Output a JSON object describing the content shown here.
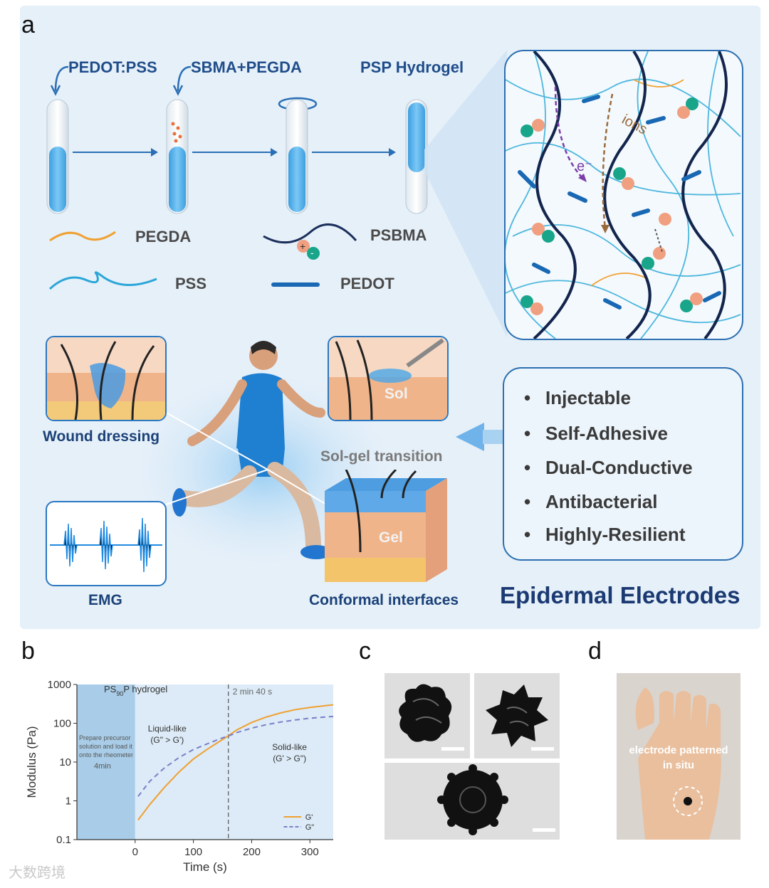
{
  "panel_labels": {
    "a": "a",
    "b": "b",
    "c": "c",
    "d": "d"
  },
  "synthesis": {
    "reagent1": "PEDOT:PSS",
    "reagent2": "SBMA+PEGDA",
    "product": "PSP Hydrogel"
  },
  "legend": {
    "pegda": "PEGDA",
    "psbma": "PSBMA",
    "pss": "PSS",
    "pedot": "PEDOT"
  },
  "network": {
    "ions": "ions",
    "electron": "e⁻"
  },
  "applications": {
    "wound": "Wound dressing",
    "emg": "EMG",
    "sol": "Sol",
    "transition": "Sol-gel transition",
    "gel": "Gel",
    "conformal": "Conformal interfaces"
  },
  "properties": {
    "bullet": "•",
    "items": [
      "Injectable",
      "Self-Adhesive",
      "Dual-Conductive",
      "Antibacterial",
      "Highly-Resilient"
    ]
  },
  "epidermal_title": "Epidermal Electrodes",
  "chart_data": {
    "type": "line",
    "title": "PS90P hydrogel",
    "title_main": "PS",
    "title_sub": "90",
    "title_end": "P hydrogel",
    "xlabel": "Time (s)",
    "ylabel": "Modulus (Pa)",
    "xlim": [
      -100,
      340
    ],
    "ylim": [
      0.1,
      1000
    ],
    "yscale": "log",
    "xticks": [
      0,
      100,
      200,
      300
    ],
    "yticks": [
      0.1,
      1,
      10,
      100,
      1000
    ],
    "ytick_labels": [
      "0.1",
      "1",
      "10",
      "100",
      "1000"
    ],
    "annotations": {
      "prep_line1": "Prepare precursor",
      "prep_line2": "solution and load it",
      "prep_line3": "onto the rheometer",
      "prep_time": "4min",
      "crossover": "2 min 40 s",
      "liquid1": "Liquid-like",
      "liquid2": "(G\" > G')",
      "solid1": "Solid-like",
      "solid2": "(G' > G\")"
    },
    "crossover_x": 160,
    "series": [
      {
        "name": "G'",
        "color": "#f0a030",
        "style": "solid",
        "x": [
          5,
          25,
          50,
          75,
          100,
          125,
          150,
          160,
          175,
          200,
          225,
          250,
          275,
          300,
          340
        ],
        "y": [
          0.32,
          0.8,
          2.2,
          5.5,
          12,
          22,
          38,
          48,
          68,
          105,
          145,
          185,
          225,
          255,
          300
        ]
      },
      {
        "name": "G\"",
        "color": "#7b7fc8",
        "style": "dashed",
        "x": [
          5,
          25,
          50,
          75,
          100,
          125,
          150,
          160,
          175,
          200,
          225,
          250,
          275,
          300,
          340
        ],
        "y": [
          1.3,
          3.2,
          7,
          13,
          21,
          30,
          42,
          47,
          58,
          75,
          92,
          108,
          122,
          135,
          150
        ]
      }
    ]
  },
  "panel_d": {
    "label_line1": "electrode patterned",
    "label_line2": "in situ"
  },
  "watermark": "大数跨境"
}
